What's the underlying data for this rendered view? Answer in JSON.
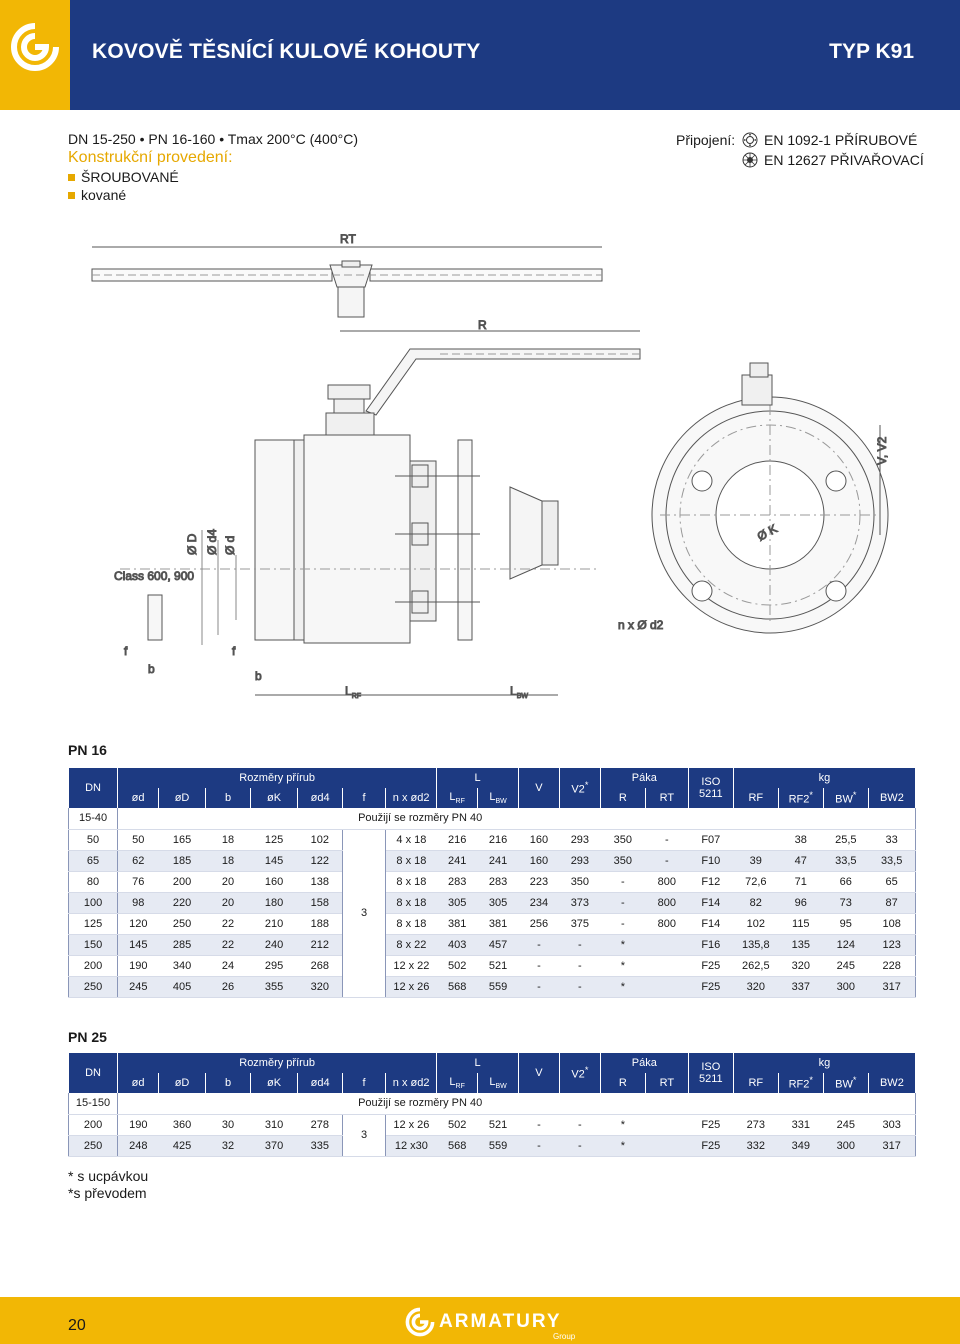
{
  "header": {
    "title": "KOVOVĚ TĚSNÍCÍ KULOVÉ KOHOUTY",
    "type": "TYP K91"
  },
  "info": {
    "spec": "DN 15-250 • PN 16-160 • Tmax 200°C (400°C)",
    "construct_title": "Konstrukční provedení:",
    "bullets": [
      "ŠROUBOVANÉ",
      "kované"
    ],
    "connection_label": "Připojení:",
    "connections": [
      "EN 1092-1 PŘÍRUBOVÉ",
      "EN 12627 PŘIVAŘOVACÍ"
    ]
  },
  "drawing": {
    "rt": "RT",
    "r": "R",
    "v": "V, V2",
    "class": "Class 600, 900",
    "od": "Ø D",
    "od4": "Ø d4",
    "odd": "Ø d",
    "ok": "Ø K",
    "nd2": "n x   Ø  d2",
    "f": "f",
    "b": "b",
    "lrf": "L",
    "lrf_sub": "RF",
    "lbw": "L",
    "lbw_sub": "BW"
  },
  "colors": {
    "navy": "#1d3a82",
    "yellow": "#f2b705"
  },
  "tables": {
    "head": {
      "dn": "DN",
      "rozmery": "Rozměry přírub",
      "l": "L",
      "v": "V",
      "v2": "V2",
      "star": "*",
      "paka": "Páka",
      "iso": "ISO",
      "iso_num": "5211",
      "kg": "kg",
      "od": "ød",
      "oD": "øD",
      "b": "b",
      "ok": "øK",
      "od4": "ød4",
      "f": "f",
      "nod2": "n x ød2",
      "lrf": "L",
      "lrf_sub": "RF",
      "lbw": "L",
      "lbw_sub": "BW",
      "r": "R",
      "rt": "RT",
      "rf": "RF",
      "rf2": "RF2",
      "bw": "BW",
      "bw2": "BW2"
    },
    "pn16": {
      "title": "PN 16",
      "note_dn": "15-40",
      "note": "Použijí se rozměry  PN 40",
      "f_merged": "3",
      "rows": [
        [
          "50",
          "50",
          "165",
          "18",
          "125",
          "102",
          "",
          "4 x 18",
          "216",
          "216",
          "160",
          "293",
          "350",
          "-",
          "F07",
          "",
          "38",
          "25,5",
          "33"
        ],
        [
          "65",
          "62",
          "185",
          "18",
          "145",
          "122",
          "",
          "8 x 18",
          "241",
          "241",
          "160",
          "293",
          "350",
          "-",
          "F10",
          "39",
          "47",
          "33,5",
          "33,5"
        ],
        [
          "80",
          "76",
          "200",
          "20",
          "160",
          "138",
          "",
          "8 x 18",
          "283",
          "283",
          "223",
          "350",
          "-",
          "800",
          "F12",
          "72,6",
          "71",
          "66",
          "65"
        ],
        [
          "100",
          "98",
          "220",
          "20",
          "180",
          "158",
          "",
          "8 x 18",
          "305",
          "305",
          "234",
          "373",
          "-",
          "800",
          "F14",
          "82",
          "96",
          "73",
          "87"
        ],
        [
          "125",
          "120",
          "250",
          "22",
          "210",
          "188",
          "",
          "8 x 18",
          "381",
          "381",
          "256",
          "375",
          "-",
          "800",
          "F14",
          "102",
          "115",
          "95",
          "108"
        ],
        [
          "150",
          "145",
          "285",
          "22",
          "240",
          "212",
          "",
          "8 x 22",
          "403",
          "457",
          "-",
          "-",
          "*",
          "",
          "F16",
          "135,8",
          "135",
          "124",
          "123"
        ],
        [
          "200",
          "190",
          "340",
          "24",
          "295",
          "268",
          "",
          "12 x 22",
          "502",
          "521",
          "-",
          "-",
          "*",
          "",
          "F25",
          "262,5",
          "320",
          "245",
          "228"
        ],
        [
          "250",
          "245",
          "405",
          "26",
          "355",
          "320",
          "",
          "12 x 26",
          "568",
          "559",
          "-",
          "-",
          "*",
          "",
          "F25",
          "320",
          "337",
          "300",
          "317"
        ]
      ]
    },
    "pn25": {
      "title": "PN 25",
      "note_dn": "15-150",
      "note": "Použijí se rozměry  PN 40",
      "f_merged": "3",
      "rows": [
        [
          "200",
          "190",
          "360",
          "30",
          "310",
          "278",
          "",
          "12 x 26",
          "502",
          "521",
          "-",
          "-",
          "*",
          "",
          "F25",
          "273",
          "331",
          "245",
          "303"
        ],
        [
          "250",
          "248",
          "425",
          "32",
          "370",
          "335",
          "",
          "12 x30",
          "568",
          "559",
          "-",
          "-",
          "*",
          "",
          "F25",
          "332",
          "349",
          "300",
          "317"
        ]
      ]
    }
  },
  "footnotes": [
    "* s ucpávkou",
    "*s převodem"
  ],
  "footer": {
    "page": "20",
    "brand": "ARMATURY",
    "group": "Group"
  }
}
